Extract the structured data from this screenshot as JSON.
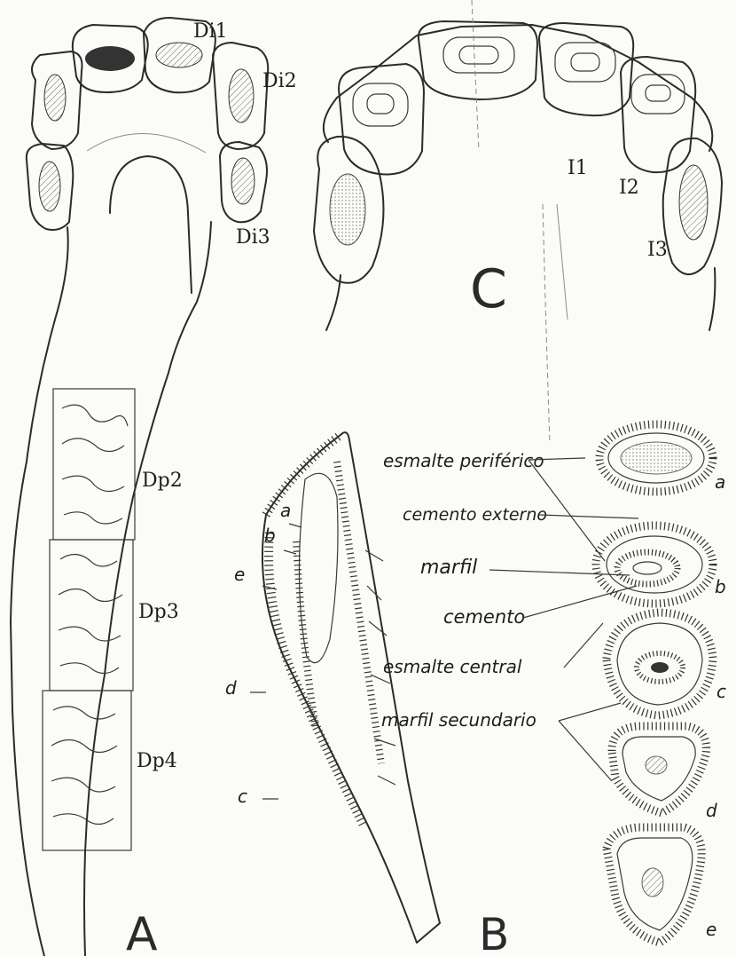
{
  "panel_a": {
    "panel_letter": "A",
    "deciduous_incisors": [
      "Di1",
      "Di2",
      "Di3"
    ],
    "deciduous_premolars": [
      "Dp2",
      "Dp3",
      "Dp4"
    ]
  },
  "panel_b": {
    "panel_letter": "B",
    "level_marks": [
      "a",
      "b",
      "e",
      "d",
      "c"
    ]
  },
  "panel_c": {
    "panel_letter": "C",
    "incisors": [
      "I1",
      "I2",
      "I3"
    ]
  },
  "tissues": {
    "esmalte_periferico": "esmalte periférico",
    "cemento_externo": "cemento externo",
    "marfil": "marfil",
    "cemento": "cemento",
    "esmalte_central": "esmalte central",
    "marfil_secundario": "marfil secundario"
  },
  "sections": [
    "a",
    "b",
    "c",
    "d",
    "e"
  ]
}
